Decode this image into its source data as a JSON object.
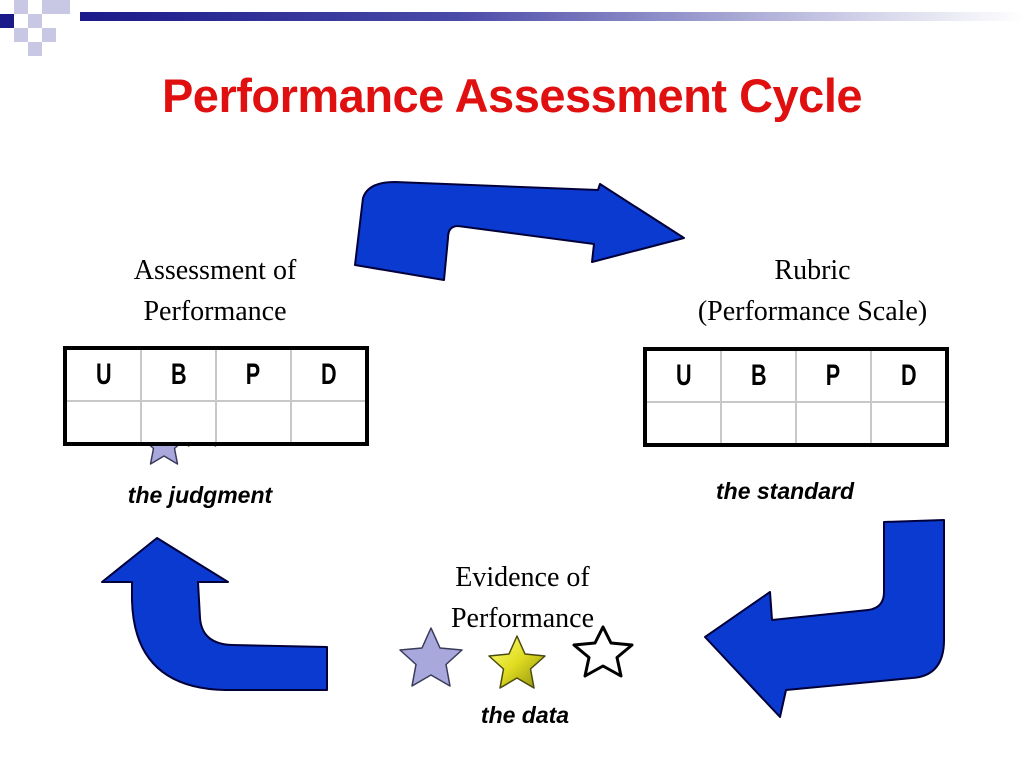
{
  "slide": {
    "title": "Performance Assessment Cycle",
    "colors": {
      "title": "#e01010",
      "arrow": "#0a3ad0",
      "header": "#1a1a8a"
    }
  },
  "left_node": {
    "heading_line1": "Assessment of",
    "heading_line2": "Performance",
    "caption": "the judgment",
    "scale": [
      "U",
      "B",
      "P",
      "D"
    ]
  },
  "right_node": {
    "heading_line1": "Rubric",
    "heading_line2": "(Performance Scale)",
    "caption": "the standard",
    "scale": [
      "U",
      "B",
      "P",
      "D"
    ]
  },
  "bottom_node": {
    "heading_line1": "Evidence of",
    "heading_line2": "Performance",
    "caption": "the data"
  },
  "icons": [
    "star-outline-icon",
    "star-gold-icon",
    "star-lavender-icon",
    "curved-arrow-icon"
  ]
}
